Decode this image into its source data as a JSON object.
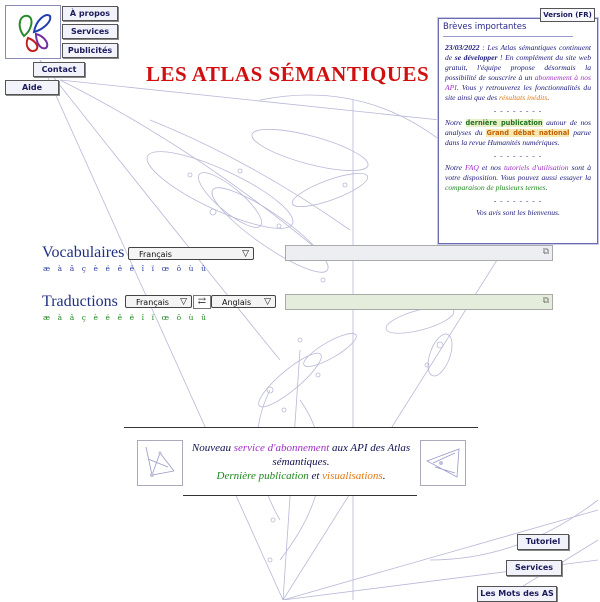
{
  "nav": {
    "about": "À propos",
    "services": "Services",
    "ads": "Publicités",
    "contact": "Contact",
    "help": "Aide"
  },
  "title": "LES ATLAS SÉMANTIQUES",
  "version": "Version (FR)",
  "news": {
    "title": "Brèves importantes",
    "p1_date": "23/03/2022",
    "p1_a": " : Les Atlas sémantiques continuent de ",
    "p1_dev": "se développer",
    "p1_b": " ! En complément du site web gratuit, l'équipe propose désormais la possibilité de souscrire à un ",
    "p1_link": "abonnement à nos API",
    "p1_c": ". Vous y retrouverez les fonctionnalités du site ainsi que des ",
    "p1_link2": "résultats inédits",
    "p1_end": ".",
    "sep": "- - - - - - - -",
    "p2_a": "Notre ",
    "p2_link": "dernière publication",
    "p2_b": " autour de nos analyses du ",
    "p2_link2": "Grand débat national",
    "p2_c": " parue dans la revue Humanités numériques.",
    "p3_a": "Notre ",
    "p3_faq": "FAQ",
    "p3_b": " et nos ",
    "p3_tut": "tutoriels d'utilisation",
    "p3_c": " sont à votre disposition. Vous pouvez aussi essayer la ",
    "p3_comp": "comparaison de plusieurs termes",
    "p3_end": ".",
    "p4": "Vos avis sont les bienvenus."
  },
  "vocab": {
    "label": "Vocabulaires",
    "language": "Français",
    "accents": "æ à â ç è é ê ë î ï œ ô ù û"
  },
  "trans": {
    "label": "Traductions",
    "from": "Français",
    "to": "Anglais",
    "accents": "æ à â ç è é ê ë î ï œ ô ù û"
  },
  "announce": {
    "a": "Nouveau ",
    "link1": "service d'abonnement",
    "b": " aux API des Atlas sémantiques.",
    "link2": "Dernière publication",
    "c": " et ",
    "link3": "visualisations",
    "d": "."
  },
  "right_nav": {
    "tutorial": "Tutoriel",
    "services": "Services",
    "words": "Les Mots des AS"
  },
  "colors": {
    "title": "#d01010",
    "label": "#203080",
    "vocab_accent": "#3040a0",
    "trans_accent": "#208820",
    "purple": "#a030c8",
    "orange": "#e07810",
    "green": "#208820"
  }
}
